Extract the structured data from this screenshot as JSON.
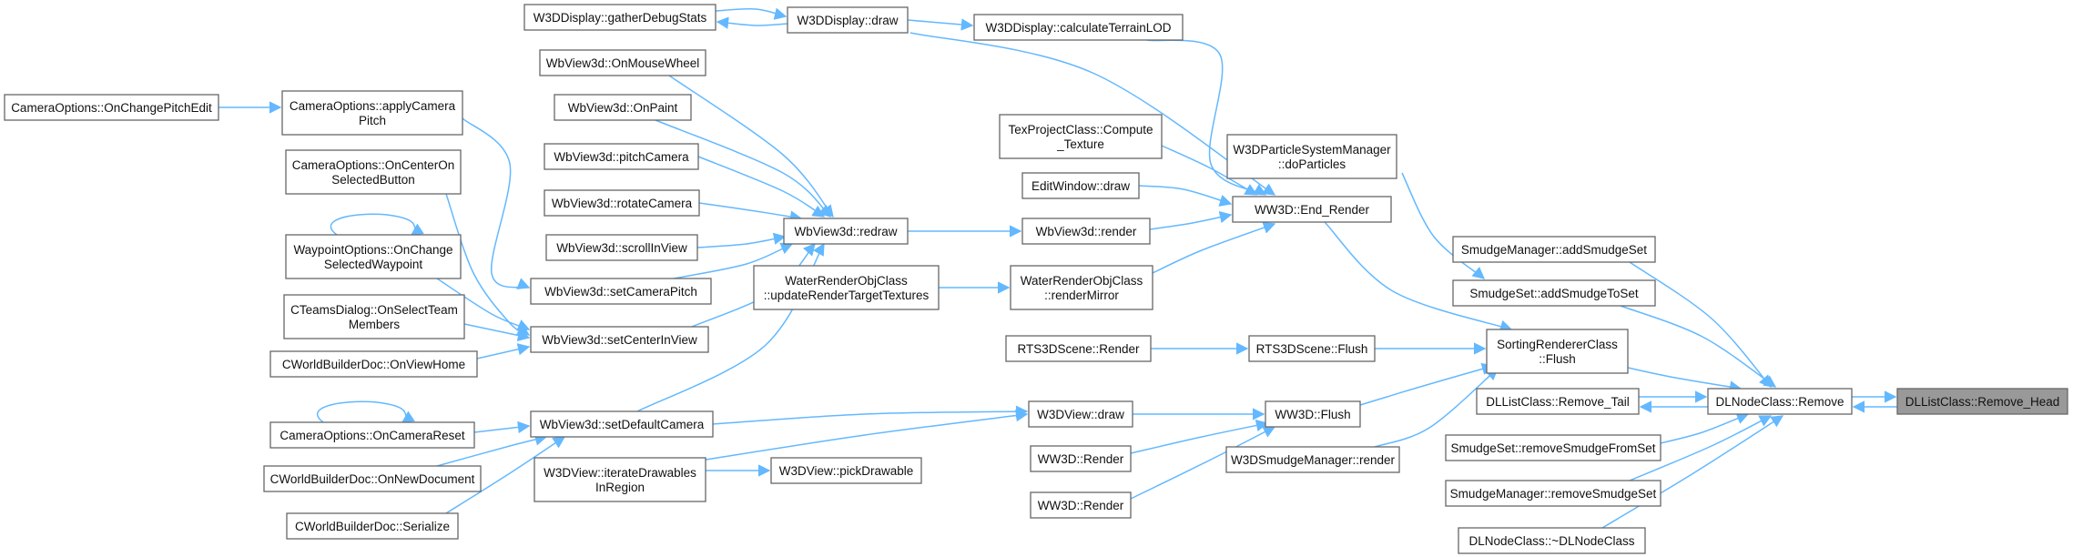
{
  "diagram": {
    "type": "caller-graph",
    "colors": {
      "edge": "#63b8ff",
      "node_border": "#666666",
      "focus_node_fill": "#999999"
    },
    "nodes": [
      {
        "id": "dllist_remove_head",
        "lines": [
          "DLListClass::Remove_Head"
        ],
        "focus": true
      },
      {
        "id": "dlnode_remove",
        "lines": [
          "DLNodeClass::Remove"
        ]
      },
      {
        "id": "smudgemgr_add",
        "lines": [
          "SmudgeManager::addSmudgeSet"
        ]
      },
      {
        "id": "smudgeset_add",
        "lines": [
          "SmudgeSet::addSmudgeToSet"
        ]
      },
      {
        "id": "sorting_flush",
        "lines": [
          "SortingRendererClass",
          "::Flush"
        ]
      },
      {
        "id": "dllist_remove_tail",
        "lines": [
          "DLListClass::Remove_Tail"
        ]
      },
      {
        "id": "smudgeset_remove",
        "lines": [
          "SmudgeSet::removeSmudgeFromSet"
        ]
      },
      {
        "id": "smudgemgr_remove",
        "lines": [
          "SmudgeManager::removeSmudgeSet"
        ]
      },
      {
        "id": "dlnode_dtor",
        "lines": [
          "DLNodeClass::~DLNodeClass"
        ]
      },
      {
        "id": "particle_do",
        "lines": [
          "W3DParticleSystemManager",
          "::doParticles"
        ]
      },
      {
        "id": "ww3d_end_render",
        "lines": [
          "WW3D::End_Render"
        ]
      },
      {
        "id": "rts_flush",
        "lines": [
          "RTS3DScene::Flush"
        ]
      },
      {
        "id": "ww3d_flush",
        "lines": [
          "WW3D::Flush"
        ]
      },
      {
        "id": "smudge_render",
        "lines": [
          "W3DSmudgeManager::render"
        ]
      },
      {
        "id": "calc_lod",
        "lines": [
          "W3DDisplay::calculateTerrainLOD"
        ]
      },
      {
        "id": "display_draw",
        "lines": [
          "W3DDisplay::draw"
        ]
      },
      {
        "id": "gather_stats",
        "lines": [
          "W3DDisplay::gatherDebugStats"
        ]
      },
      {
        "id": "texproject",
        "lines": [
          "TexProjectClass::Compute",
          "_Texture"
        ]
      },
      {
        "id": "editwindow_draw",
        "lines": [
          "EditWindow::draw"
        ]
      },
      {
        "id": "wbview_render",
        "lines": [
          "WbView3d::render"
        ]
      },
      {
        "id": "water_mirror",
        "lines": [
          "WaterRenderObjClass",
          "::renderMirror"
        ]
      },
      {
        "id": "water_update",
        "lines": [
          "WaterRenderObjClass",
          "::updateRenderTargetTextures"
        ]
      },
      {
        "id": "wbview_redraw",
        "lines": [
          "WbView3d::redraw"
        ]
      },
      {
        "id": "rts_render",
        "lines": [
          "RTS3DScene::Render"
        ]
      },
      {
        "id": "w3dview_draw",
        "lines": [
          "W3DView::draw"
        ]
      },
      {
        "id": "ww3d_render1",
        "lines": [
          "WW3D::Render"
        ]
      },
      {
        "id": "ww3d_render2",
        "lines": [
          "WW3D::Render"
        ]
      },
      {
        "id": "pick_drawable",
        "lines": [
          "W3DView::pickDrawable"
        ]
      },
      {
        "id": "iterate_drawables",
        "lines": [
          "W3DView::iterateDrawables",
          "InRegion"
        ]
      },
      {
        "id": "on_mouse_wheel",
        "lines": [
          "WbView3d::OnMouseWheel"
        ]
      },
      {
        "id": "on_paint",
        "lines": [
          "WbView3d::OnPaint"
        ]
      },
      {
        "id": "pitch_camera",
        "lines": [
          "WbView3d::pitchCamera"
        ]
      },
      {
        "id": "rotate_camera",
        "lines": [
          "WbView3d::rotateCamera"
        ]
      },
      {
        "id": "scroll_in_view",
        "lines": [
          "WbView3d::scrollInView"
        ]
      },
      {
        "id": "set_camera_pitch",
        "lines": [
          "WbView3d::setCameraPitch"
        ]
      },
      {
        "id": "set_center_in_view",
        "lines": [
          "WbView3d::setCenterInView"
        ]
      },
      {
        "id": "set_default_camera",
        "lines": [
          "WbView3d::setDefaultCamera"
        ]
      },
      {
        "id": "apply_pitch",
        "lines": [
          "CameraOptions::applyCamera",
          "Pitch"
        ]
      },
      {
        "id": "on_change_pitch_edit",
        "lines": [
          "CameraOptions::OnChangePitchEdit"
        ]
      },
      {
        "id": "on_center_on_selected",
        "lines": [
          "CameraOptions::OnCenterOn",
          "SelectedButton"
        ]
      },
      {
        "id": "waypoint_change",
        "lines": [
          "WaypointOptions::OnChange",
          "SelectedWaypoint"
        ]
      },
      {
        "id": "teams_dialog",
        "lines": [
          "CTeamsDialog::OnSelectTeam",
          "Members"
        ]
      },
      {
        "id": "on_view_home",
        "lines": [
          "CWorldBuilderDoc::OnViewHome"
        ]
      },
      {
        "id": "on_camera_reset",
        "lines": [
          "CameraOptions::OnCameraReset"
        ]
      },
      {
        "id": "on_new_document",
        "lines": [
          "CWorldBuilderDoc::OnNewDocument"
        ]
      },
      {
        "id": "serialize",
        "lines": [
          "CWorldBuilderDoc::Serialize"
        ]
      }
    ],
    "edges": [
      [
        "dlnode_remove",
        "dllist_remove_head"
      ],
      [
        "dllist_remove_head",
        "dlnode_remove"
      ],
      [
        "smudgemgr_add",
        "dlnode_remove"
      ],
      [
        "smudgeset_add",
        "dlnode_remove"
      ],
      [
        "sorting_flush",
        "dlnode_remove"
      ],
      [
        "dllist_remove_tail",
        "dlnode_remove"
      ],
      [
        "dlnode_remove",
        "dllist_remove_tail"
      ],
      [
        "smudgeset_remove",
        "dlnode_remove"
      ],
      [
        "smudgemgr_remove",
        "dlnode_remove"
      ],
      [
        "dlnode_dtor",
        "dlnode_remove"
      ],
      [
        "particle_do",
        "smudgeset_add"
      ],
      [
        "ww3d_end_render",
        "sorting_flush"
      ],
      [
        "rts_flush",
        "sorting_flush"
      ],
      [
        "ww3d_flush",
        "sorting_flush"
      ],
      [
        "smudge_render",
        "sorting_flush"
      ],
      [
        "calc_lod",
        "ww3d_end_render"
      ],
      [
        "display_draw",
        "ww3d_end_render"
      ],
      [
        "texproject",
        "ww3d_end_render"
      ],
      [
        "editwindow_draw",
        "ww3d_end_render"
      ],
      [
        "wbview_render",
        "ww3d_end_render"
      ],
      [
        "water_mirror",
        "ww3d_end_render"
      ],
      [
        "display_draw",
        "calc_lod"
      ],
      [
        "gather_stats",
        "display_draw"
      ],
      [
        "display_draw",
        "gather_stats"
      ],
      [
        "wbview_redraw",
        "wbview_render"
      ],
      [
        "water_update",
        "water_mirror"
      ],
      [
        "rts_render",
        "rts_flush"
      ],
      [
        "w3dview_draw",
        "ww3d_flush"
      ],
      [
        "ww3d_render1",
        "ww3d_flush"
      ],
      [
        "ww3d_render2",
        "ww3d_flush"
      ],
      [
        "iterate_drawables",
        "w3dview_draw"
      ],
      [
        "set_default_camera",
        "w3dview_draw"
      ],
      [
        "iterate_drawables",
        "pick_drawable"
      ],
      [
        "on_mouse_wheel",
        "wbview_redraw"
      ],
      [
        "on_paint",
        "wbview_redraw"
      ],
      [
        "pitch_camera",
        "wbview_redraw"
      ],
      [
        "rotate_camera",
        "wbview_redraw"
      ],
      [
        "scroll_in_view",
        "wbview_redraw"
      ],
      [
        "set_camera_pitch",
        "wbview_redraw"
      ],
      [
        "set_center_in_view",
        "wbview_redraw"
      ],
      [
        "set_default_camera",
        "wbview_redraw"
      ],
      [
        "apply_pitch",
        "set_camera_pitch"
      ],
      [
        "on_change_pitch_edit",
        "apply_pitch"
      ],
      [
        "on_center_on_selected",
        "set_center_in_view"
      ],
      [
        "waypoint_change",
        "set_center_in_view"
      ],
      [
        "waypoint_change",
        "waypoint_change"
      ],
      [
        "teams_dialog",
        "set_center_in_view"
      ],
      [
        "on_view_home",
        "set_center_in_view"
      ],
      [
        "on_camera_reset",
        "set_default_camera"
      ],
      [
        "on_camera_reset",
        "on_camera_reset"
      ],
      [
        "on_new_document",
        "set_default_camera"
      ],
      [
        "serialize",
        "set_default_camera"
      ]
    ]
  }
}
